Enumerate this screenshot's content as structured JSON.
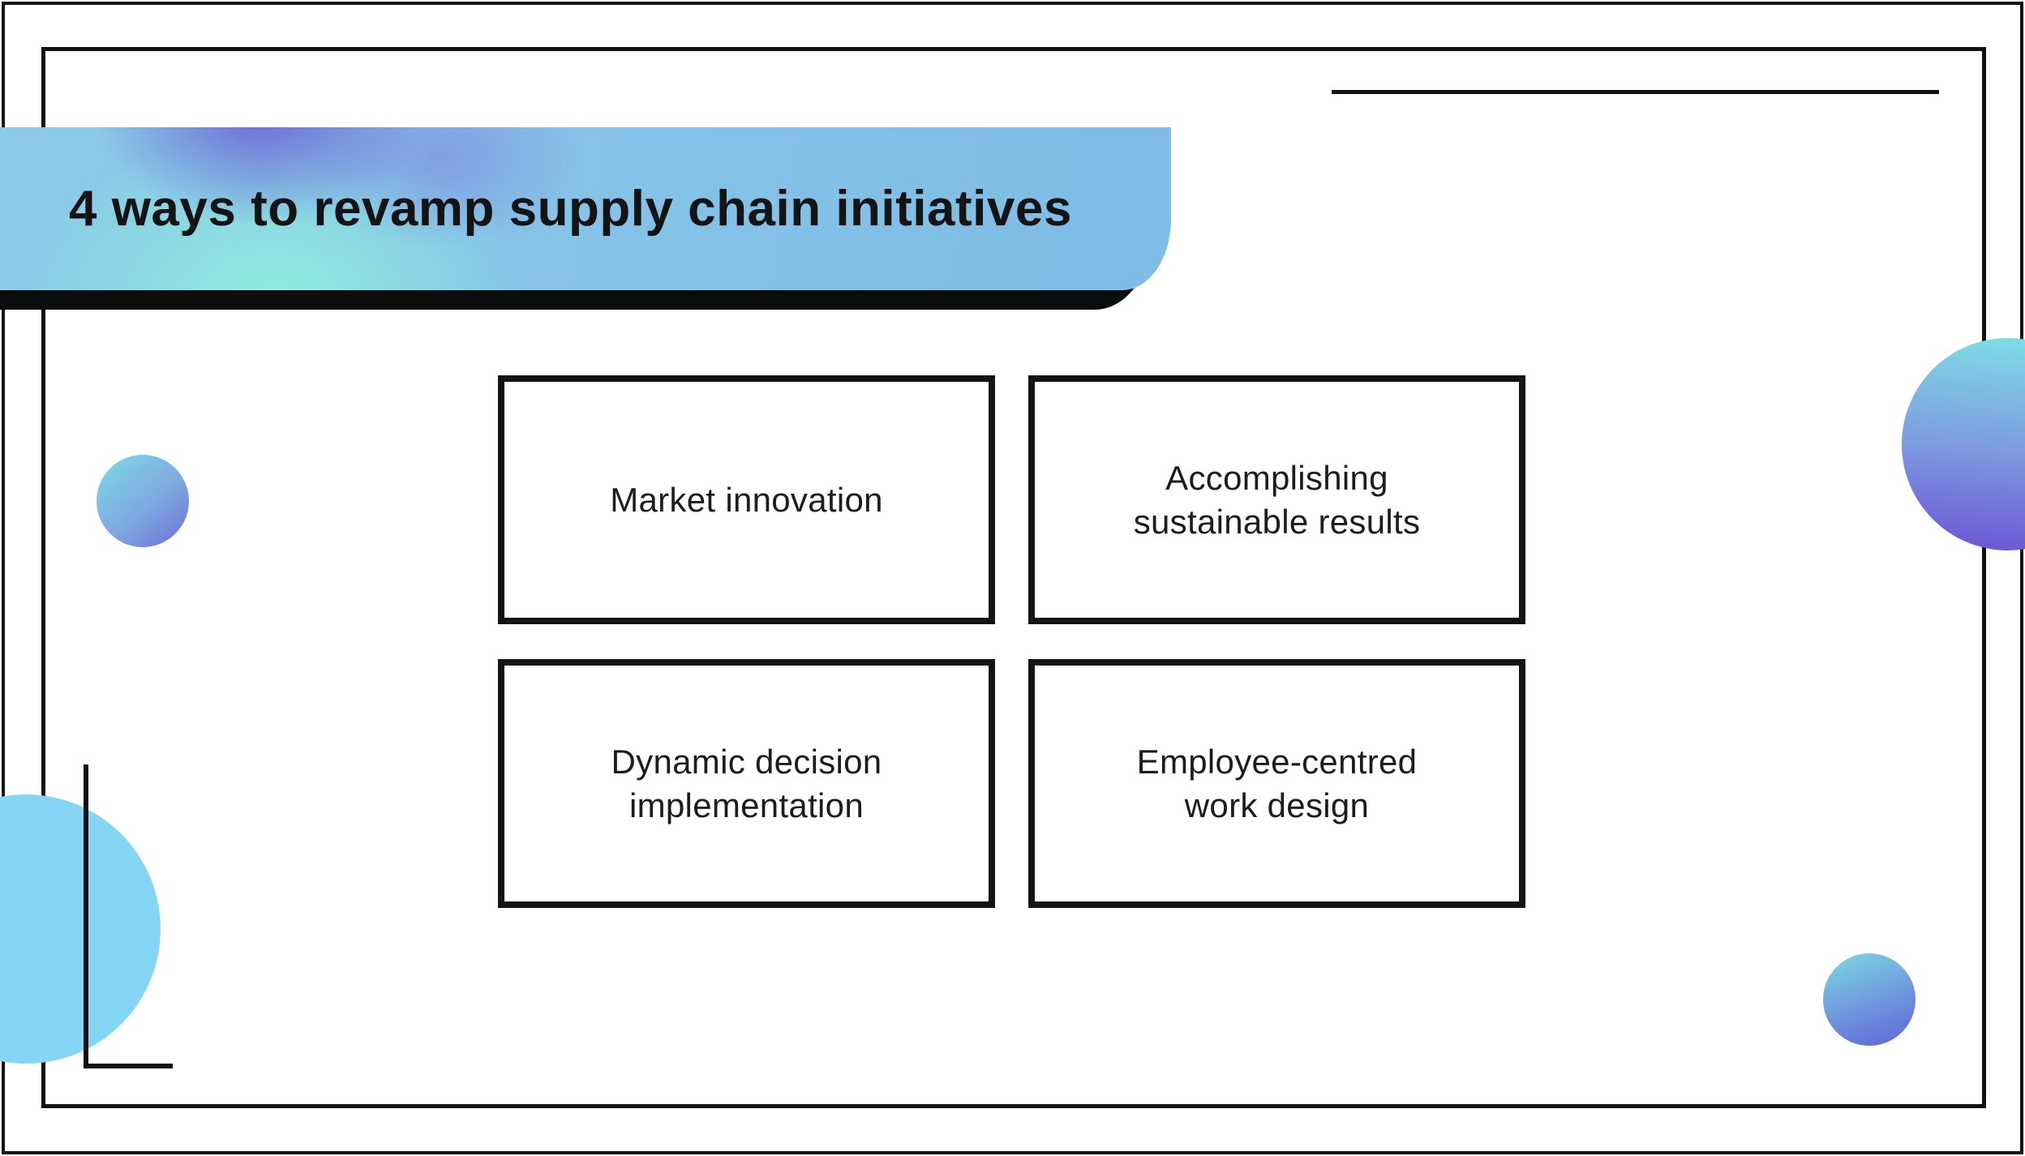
{
  "slide": {
    "title": "4 ways to revamp supply chain initiatives",
    "boxes": [
      {
        "label": "Market innovation",
        "lines": [
          "Market innovation"
        ]
      },
      {
        "label": "Accomplishing sustainable results",
        "lines": [
          "Accomplishing",
          "sustainable results"
        ]
      },
      {
        "label": "Dynamic decision implementation",
        "lines": [
          "Dynamic decision",
          "implementation"
        ]
      },
      {
        "label": "Employee-centred work design",
        "lines": [
          "Employee-centred",
          "work design"
        ]
      }
    ],
    "colors": {
      "banner_base_blue": "#85c2e7",
      "banner_purple_glow": "#6a64d5",
      "banner_mint_glow": "#90f2de",
      "flat_circle_blue": "#85d6f4",
      "bauble_cyan": "#7edbe9",
      "bauble_violet": "#6a5fd8",
      "line_black": "#121212",
      "text_black": "#1c1c1c"
    }
  }
}
